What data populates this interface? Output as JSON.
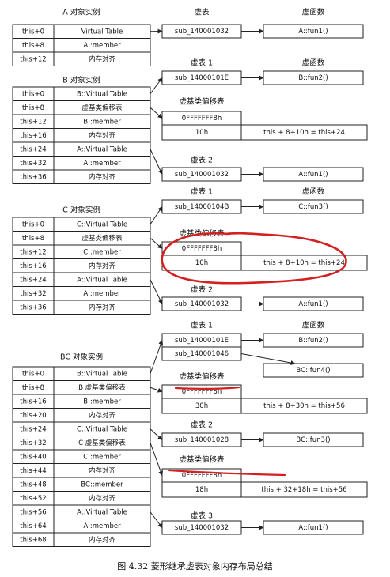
{
  "caption": "图 4.32   菱形继承虚表对象内存布局总结",
  "sections": [
    {
      "title": "A 对象实例",
      "rows": [
        {
          "off": "this+0",
          "val": "Virtual Table"
        },
        {
          "off": "this+8",
          "val": "A::member"
        },
        {
          "off": "this+12",
          "val": "内存对齐"
        }
      ],
      "vtables": [
        {
          "title": "虚表",
          "title2": "虚函数",
          "entries": [
            {
              "addr": "sub_140001032",
              "func": "A::fun1()"
            }
          ]
        }
      ]
    },
    {
      "title": "B 对象实例",
      "rows": [
        {
          "off": "this+0",
          "val": "B::Virtual Table"
        },
        {
          "off": "this+8",
          "val": "虚基类偏移表"
        },
        {
          "off": "this+12",
          "val": "B::member"
        },
        {
          "off": "this+16",
          "val": "内存对齐"
        },
        {
          "off": "this+24",
          "val": "A::Virtual Table"
        },
        {
          "off": "this+32",
          "val": "A::member"
        },
        {
          "off": "this+36",
          "val": "内存对齐"
        }
      ],
      "vtables": [
        {
          "title": "虚表 1",
          "title2": "虚函数",
          "entries": [
            {
              "addr": "sub_14000101E",
              "func": "B::fun2()"
            }
          ]
        },
        {
          "title": "虚表 2",
          "title2": "",
          "entries": [
            {
              "addr": "sub_140001032",
              "func": "A::fun1()"
            }
          ]
        }
      ],
      "offsets": [
        {
          "title": "虚基类偏移表",
          "first": "0FFFFFFF8h",
          "second": "10h",
          "calc": "this + 8+10h = this+24"
        }
      ]
    },
    {
      "title": "C 对象实例",
      "rows": [
        {
          "off": "this+0",
          "val": "C::Virtual Table"
        },
        {
          "off": "this+8",
          "val": "虚基类偏移表"
        },
        {
          "off": "this+12",
          "val": "C::member"
        },
        {
          "off": "this+16",
          "val": "内存对齐"
        },
        {
          "off": "this+24",
          "val": "A::Virtual Table"
        },
        {
          "off": "this+32",
          "val": "A::member"
        },
        {
          "off": "this+36",
          "val": "内存对齐"
        }
      ],
      "vtables": [
        {
          "title": "虚表 1",
          "title2": "虚函数",
          "entries": [
            {
              "addr": "sub_14000104B",
              "func": "C::fun3()"
            }
          ]
        },
        {
          "title": "虚表 2",
          "title2": "",
          "entries": [
            {
              "addr": "sub_140001032",
              "func": "A::fun1()"
            }
          ]
        }
      ],
      "offsets": [
        {
          "title": "虚基类偏移表",
          "first": "0FFFFFFF8h",
          "second": "10h",
          "calc": "this + 8+10h = this+24"
        }
      ]
    },
    {
      "title": "BC 对象实例",
      "rows": [
        {
          "off": "this+0",
          "val": "B::Virtual Table"
        },
        {
          "off": "this+8",
          "val": "B 虚基类偏移表"
        },
        {
          "off": "this+16",
          "val": "B::member"
        },
        {
          "off": "this+20",
          "val": "内存对齐"
        },
        {
          "off": "this+24",
          "val": "C::Virtual Table"
        },
        {
          "off": "this+32",
          "val": "C 虚基类偏移表"
        },
        {
          "off": "this+40",
          "val": "C::member"
        },
        {
          "off": "this+44",
          "val": "内存对齐"
        },
        {
          "off": "this+48",
          "val": "BC::member"
        },
        {
          "off": "this+52",
          "val": "内存对齐"
        },
        {
          "off": "this+56",
          "val": "A::Virtual Table"
        },
        {
          "off": "this+64",
          "val": "A::member"
        },
        {
          "off": "this+68",
          "val": "内存对齐"
        }
      ],
      "vtables": [
        {
          "title": "虚表 1",
          "title2": "虚函数",
          "entries": [
            {
              "addr": "sub_14000101E",
              "func": "B::fun2()"
            },
            {
              "addr": "sub_140001046",
              "func": "BC::fun4()"
            }
          ]
        },
        {
          "title": "虚表 2",
          "title2": "",
          "entries": [
            {
              "addr": "sub_140001028",
              "func": "BC::fun3()"
            }
          ]
        },
        {
          "title": "虚表 3",
          "title2": "",
          "entries": [
            {
              "addr": "sub_140001032",
              "func": "A::fun1()"
            }
          ]
        }
      ],
      "offsets": [
        {
          "title": "虚基类偏移表",
          "first": "0FFFFFFF8h",
          "second": "30h",
          "calc": "this + 8+30h = this+56"
        },
        {
          "title": "虚基类偏移表",
          "first": "0FFFFFFF8h",
          "second": "18h",
          "calc": "this + 32+18h = this+56"
        }
      ]
    }
  ],
  "colors": {
    "ink": "#222222",
    "annotation": "#d42020"
  }
}
